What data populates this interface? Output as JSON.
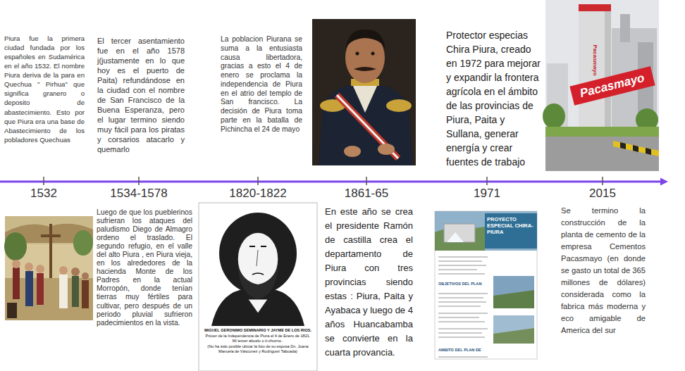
{
  "diagram": {
    "nodes": [
      {
        "text": [
          "Pacasmayo"
        ]
      }
    ],
    "labels": [
      "Piura fue la primera ciudad fundada por los españoles en Sudamérica en el año 1532. El nombre Piura deriva de la para en Quechua \" Pirhua\" que significa granero o deposito de abastecimiento. Esto por que Piura era una base de Abastecimiento de los pobladores Quechuas",
      "El tercer asentamiento fue en el año 1578 j(justamente en lo que hoy es el puerto de Paita) refundándose en la ciudad con el nombre de San Francisco de la Buena Esperanza, pero el lugar termino siendo muy fácil para los piratas y corsarios atacarlo y quemarlo",
      "La poblacion Piurana se suma a la entusiasta causa libertadora, gracias a esto el 4 de enero se proclama la independencia de Piura en el atrio del templo de San francisco. La decisión de Piura toma parte en la batalla de Pichincha el 24 de mayo",
      "Protector especias Chira Piura, creado en 1972 para mejorar y expandir la frontera agrícola en el ámbito de las provincias de Piura, Paita y Sullana, generar energía y crear fuentes de trabajo",
      "Pacasmayo",
      "1532",
      "1534-1578",
      "1820-1822",
      "1861-65",
      "1971",
      "2015",
      "Luego de que los pueblerinos sufrieran los ataques del paludismo Diego de Almagro ordeno el traslado. El segundo refugio, en el valle del alto Piura , en Piura vieja, en los alrededores de la hacienda Monte de los Padres en la actual Morropón, donde tenían tierras muy fértiles para cultivar, pero después de un periodo pluvial sufrieron padecimientos en la vista.",
      "MIGUEL GERONIMO SEMINARIO Y JAYME DE LOS RIOS.",
      "Prócer de la Independencia de Piura el 4 de Enero de 1821.",
      "Mi tercer abuelo o tí-chozno .",
      "(No ha sido posible ubicar la foto de su esposa Dn. Juana Manuela de Vásconez y Rodríguez Taboada)",
      "En este año se crea el presidente Ramón de castilla crea el departamento de Piura con tres provincias siendo estas : Piura, Paita y Ayabaca y luego de 4 años Huancabamba se convierte en la cuarta provancia.",
      "PROYECTO ESPECIAL CHIRA-PIURA",
      "OBJETIVOS DEL PLAN",
      "AMBITO DEL PLAN DE",
      "Se termino la construcción de la planta de cemento de la empresa Cementos Pacasmayo (en donde se gasto un total de 365 millones de dólares) considerada como la fabrica más moderna y eco amigable de America del sur"
    ]
  }
}
